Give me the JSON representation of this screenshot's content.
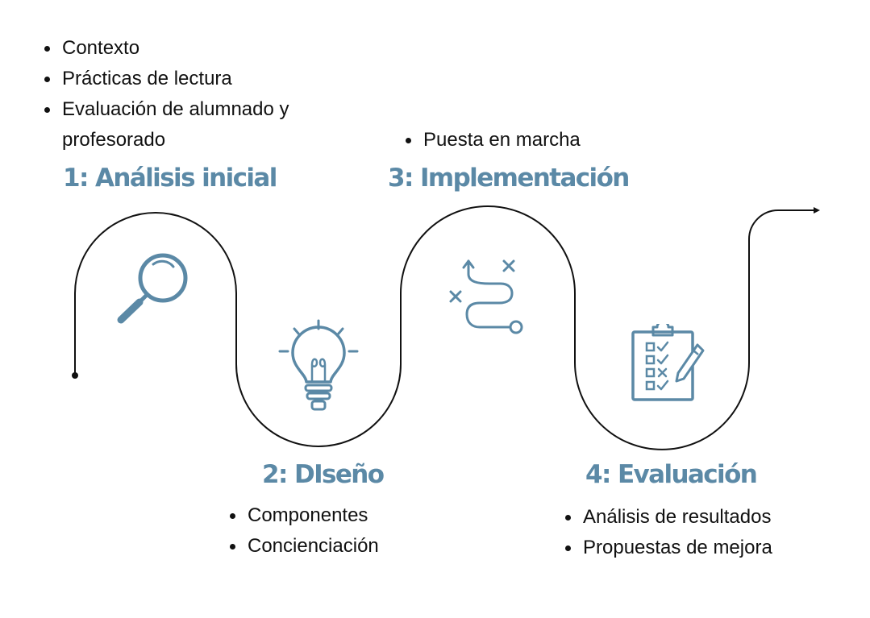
{
  "colors": {
    "accent": "#5b89a6",
    "line": "#111111",
    "text": "#111111",
    "background": "#ffffff"
  },
  "stages": [
    {
      "title": "1: Análisis inicial",
      "icon": "magnifying-glass-icon",
      "bullets": [
        "Contexto",
        "Prácticas de lectura",
        "Evaluación de alumnado y profesorado"
      ]
    },
    {
      "title": "2: DIseño",
      "icon": "lightbulb-icon",
      "bullets": [
        "Componentes",
        "Concienciación"
      ]
    },
    {
      "title": "3: Implementación",
      "icon": "route-plan-icon",
      "bullets": [
        "Puesta en marcha"
      ]
    },
    {
      "title": "4: Evaluación",
      "icon": "clipboard-checklist-icon",
      "bullets": [
        "Análisis de resultados",
        "Propuestas de mejora"
      ]
    }
  ]
}
